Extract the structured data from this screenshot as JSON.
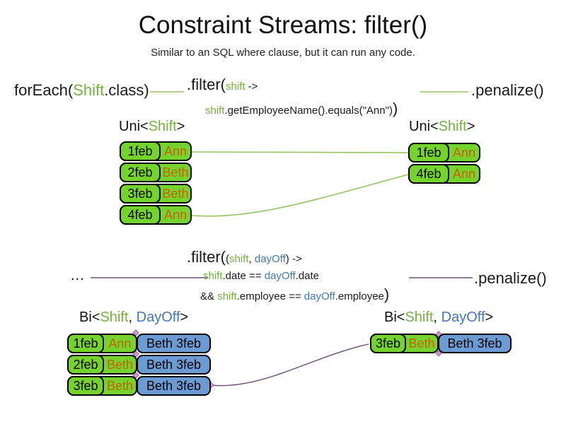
{
  "slide": {
    "title": "Constraint Streams: filter()",
    "subtitle": "Similar to an SQL where clause, but it can run any code."
  },
  "colors": {
    "green_text": "#71b33c",
    "green_fill": "#74d32c",
    "green_line": "#92c561",
    "orange_text": "#cd5f08",
    "blue_text": "#4077bd",
    "blue_fill": "#6b9bd2",
    "purple_line": "#6f4e7c",
    "cell_border": "#000000"
  },
  "flow1": {
    "foreach": {
      "fn": "forEach(",
      "type": "Shift",
      "rest": ".class)"
    },
    "filter": {
      "callee": ".filter(",
      "param": "shift",
      "arrow": " ->",
      "body_var": "shift",
      "body_rest": ".getEmployeeName().equals(\"Ann\")",
      "close": ")"
    },
    "penalize": ".penalize()",
    "stream_label": {
      "prefix": "Uni<",
      "type": "Shift",
      "suffix": ">"
    },
    "left_rows": [
      {
        "date": "1feb",
        "employee": "Ann"
      },
      {
        "date": "2feb",
        "employee": "Beth"
      },
      {
        "date": "3feb",
        "employee": "Beth"
      },
      {
        "date": "4feb",
        "employee": "Ann"
      }
    ],
    "right_rows": [
      {
        "date": "1feb",
        "employee": "Ann"
      },
      {
        "date": "4feb",
        "employee": "Ann"
      }
    ]
  },
  "flow2": {
    "source": "...",
    "filter": {
      "callee": ".filter(",
      "open": "(",
      "p1": "shift",
      "sep": ", ",
      "p2": "dayOff",
      "close_params": ")",
      "arrow": " ->",
      "l2_v1": "shift",
      "l2_m1": ".date == ",
      "l2_v2": "dayOff",
      "l2_m2": ".date",
      "l3_op": "&& ",
      "l3_v1": "shift",
      "l3_m1": ".employee == ",
      "l3_v2": "dayOff",
      "l3_m2": ".employee",
      "close": ")"
    },
    "penalize": ".penalize()",
    "stream_label": {
      "prefix": "Bi<",
      "type1": "Shift",
      "sep": ", ",
      "type2": "DayOff",
      "suffix": ">"
    },
    "left_rows": [
      {
        "date": "1feb",
        "employee": "Ann",
        "dayoff": "Beth 3feb"
      },
      {
        "date": "2feb",
        "employee": "Beth",
        "dayoff": "Beth 3feb"
      },
      {
        "date": "3feb",
        "employee": "Beth",
        "dayoff": "Beth 3feb"
      }
    ],
    "right_rows": [
      {
        "date": "3feb",
        "employee": "Beth",
        "dayoff": "Beth 3feb"
      }
    ]
  }
}
